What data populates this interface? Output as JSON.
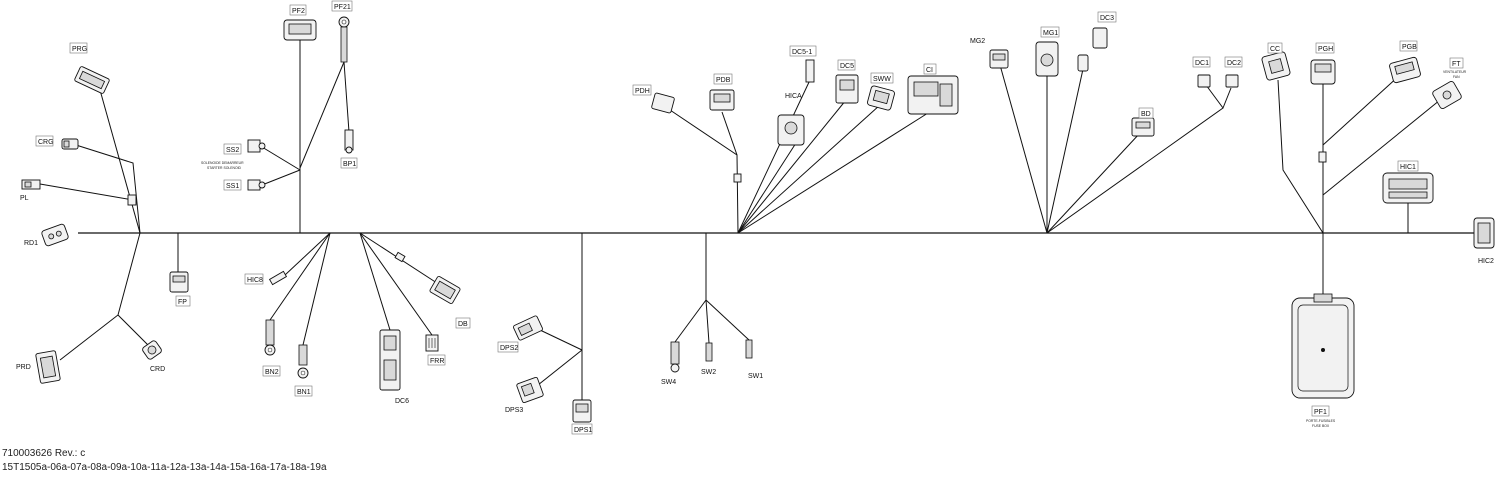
{
  "labels": {
    "PRG": "PRG",
    "CRG": "CRG",
    "PL": "PL",
    "RD1": "RD1",
    "FP": "FP",
    "PRD": "PRD",
    "CRD": "CRD",
    "PF2": "PF2",
    "PF21": "PF21",
    "BP1": "BP1",
    "SS2": "SS2",
    "SS1": "SS1",
    "HIC8": "HIC8",
    "BN2": "BN2",
    "BN1": "BN1",
    "DC6": "DC6",
    "FRR": "FRR",
    "DB": "DB",
    "DPS2": "DPS2",
    "DPS3": "DPS3",
    "DPS1": "DPS1",
    "SW4": "SW4",
    "SW2": "SW2",
    "SW1": "SW1",
    "PDH": "PDH",
    "PDB": "PDB",
    "DC51": "DC5-1",
    "HICA": "HICA",
    "DC5": "DC5",
    "SWW": "SWW",
    "CI": "CI",
    "MG2": "MG2",
    "MG1": "MG1",
    "DC3": "DC3",
    "BD": "BD",
    "DC1": "DC1",
    "DC2": "DC2",
    "CC": "CC",
    "PGH": "PGH",
    "PGB": "PGB",
    "FT": "FT",
    "HIC1": "HIC1",
    "HIC2": "HIC2",
    "PF1": "PF1"
  },
  "notes": {
    "ss2_note_1": "SOLENOIDE DEMARREUR",
    "ss2_note_2": "STARTER SOLENOID",
    "ft_note_1": "VENTILATEUR",
    "ft_note_2": "FAN",
    "pf1_note_1": "PORTE-FUSIBLES",
    "pf1_note_2": "FUSE BOX"
  },
  "footer": {
    "part_number": "710003626 Rev.: c",
    "figure_ids": "15T1505a-06a-07a-08a-09a-10a-11a-12a-13a-14a-15a-16a-17a-18a-19a"
  }
}
